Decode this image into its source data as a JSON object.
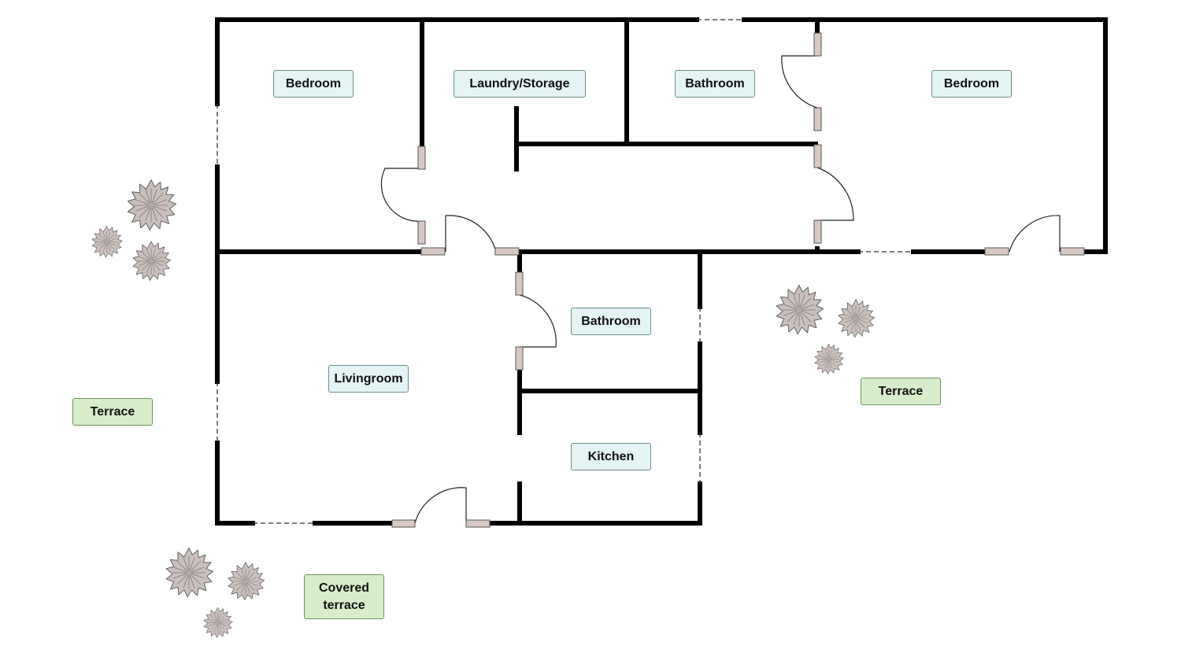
{
  "rooms": {
    "bedroom_west": "Bedroom",
    "laundry": "Laundry/Storage",
    "bathroom_north": "Bathroom",
    "bedroom_east": "Bedroom",
    "bathroom_central": "Bathroom",
    "livingroom": "Livingroom",
    "kitchen": "Kitchen"
  },
  "outdoor": {
    "terrace_west": "Terrace",
    "terrace_east": "Terrace",
    "covered_terrace": "Covered terrace"
  },
  "colors": {
    "wall": "#000000",
    "door_jamb": "#d8c8c3",
    "room_label_fill": "#e4f3f3",
    "outdoor_label_fill": "#d7edc9",
    "shrub": "#c9bfbc"
  }
}
